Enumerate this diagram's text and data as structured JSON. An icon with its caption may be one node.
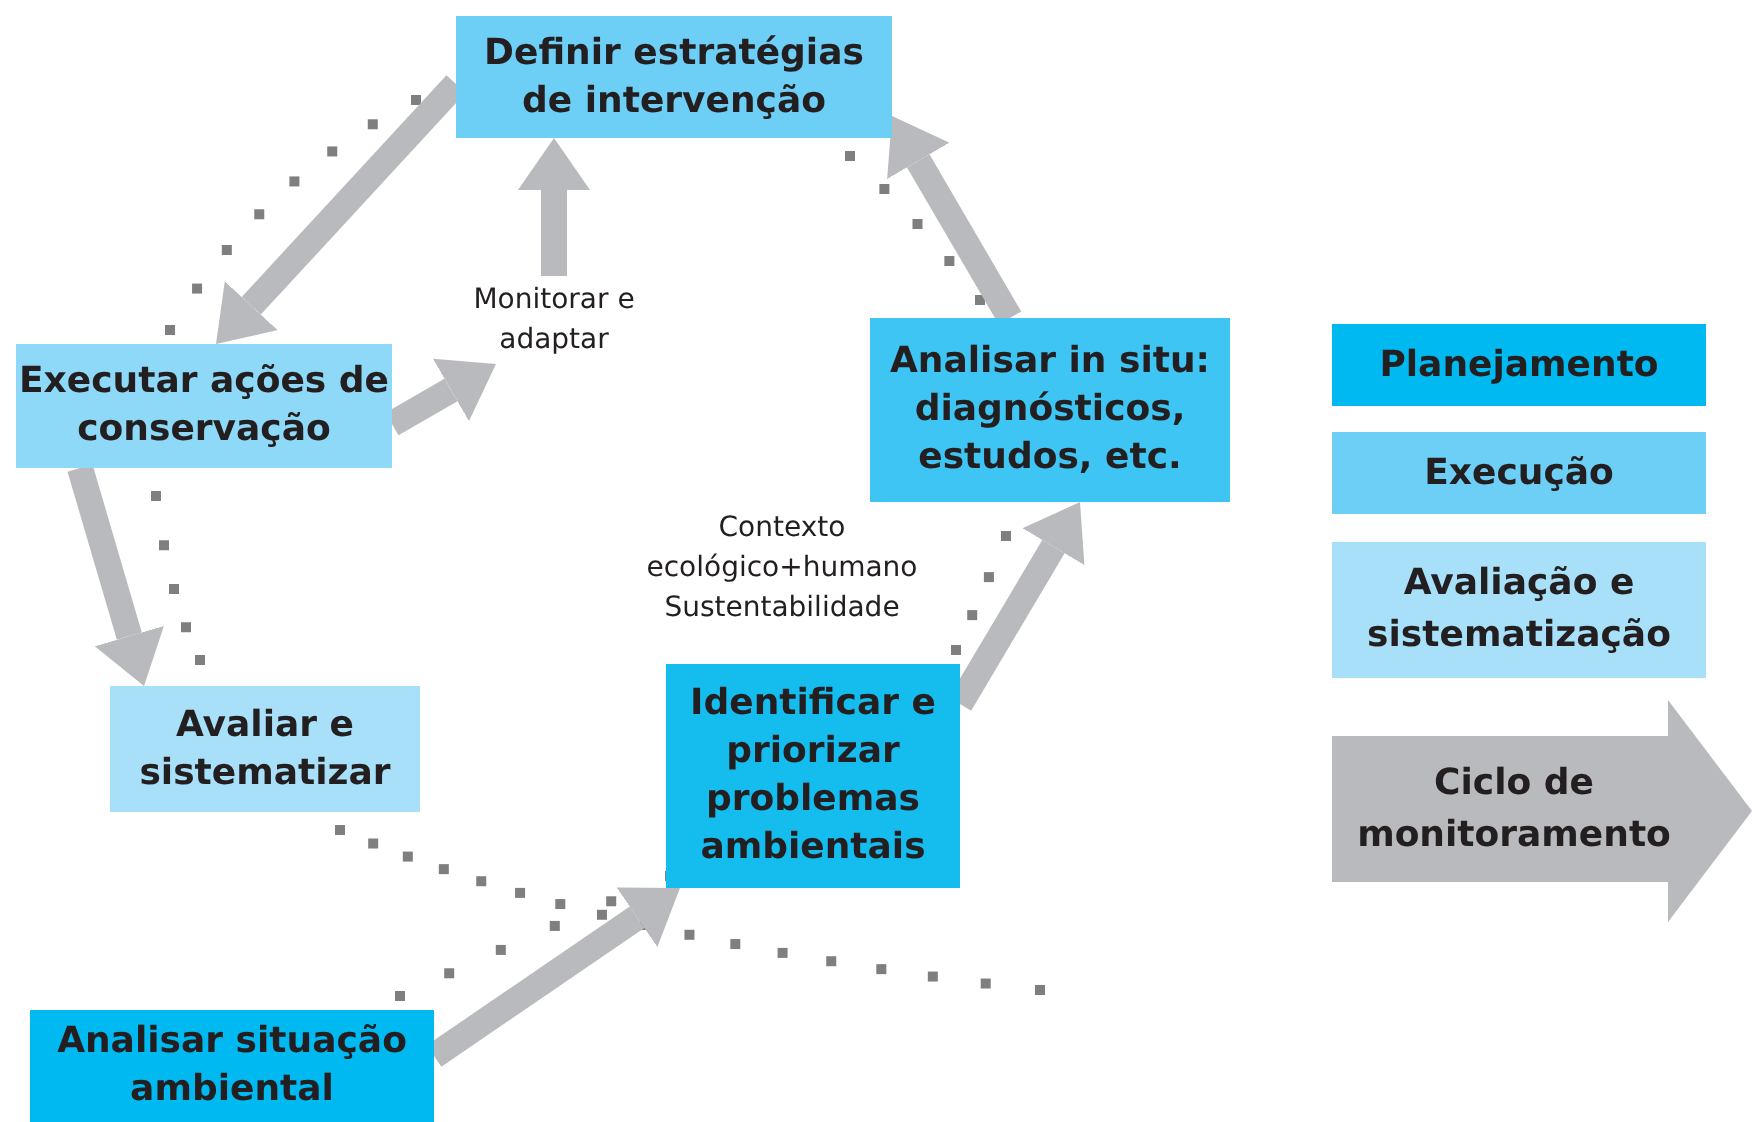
{
  "diagram": {
    "nodes": [
      {
        "text": [
          "Definir estratégias de intervenção"
        ]
      },
      {
        "text": [
          "Executar ações de conservação"
        ]
      },
      {
        "text": [
          "Monitorar e adaptar"
        ]
      },
      {
        "text": [
          "Analisar in situ: diagnósticos, estudos, etc."
        ]
      },
      {
        "text": [
          "Avaliar e sistematizar"
        ]
      },
      {
        "text": [
          "Identificar e priorizar problemas ambientais"
        ]
      },
      {
        "text": [
          "Analisar situação ambiental"
        ]
      }
    ],
    "edges": [
      {
        "from": 6,
        "to": 5,
        "arrow": "to"
      },
      {
        "from": 5,
        "to": 3,
        "arrow": "to"
      },
      {
        "from": 3,
        "to": 0,
        "arrow": "to"
      },
      {
        "from": 0,
        "to": 1,
        "arrow": "to"
      },
      {
        "from": 1,
        "to": 4,
        "arrow": "to"
      },
      {
        "from": 1,
        "to": 2,
        "arrow": "to"
      },
      {
        "from": 2,
        "to": 0,
        "arrow": "to"
      }
    ],
    "labels": [
      "Contexto ecológico+humano Sustentabilidade"
    ],
    "legend": [
      {
        "text": "Planejamento",
        "color": "#00b9f1"
      },
      {
        "text": "Execução",
        "color": "#6dcff6"
      },
      {
        "text": "Avaliação e sistematização",
        "color": "#a9e0f9"
      },
      {
        "text": "Ciclo de monitoramento"
      }
    ]
  }
}
